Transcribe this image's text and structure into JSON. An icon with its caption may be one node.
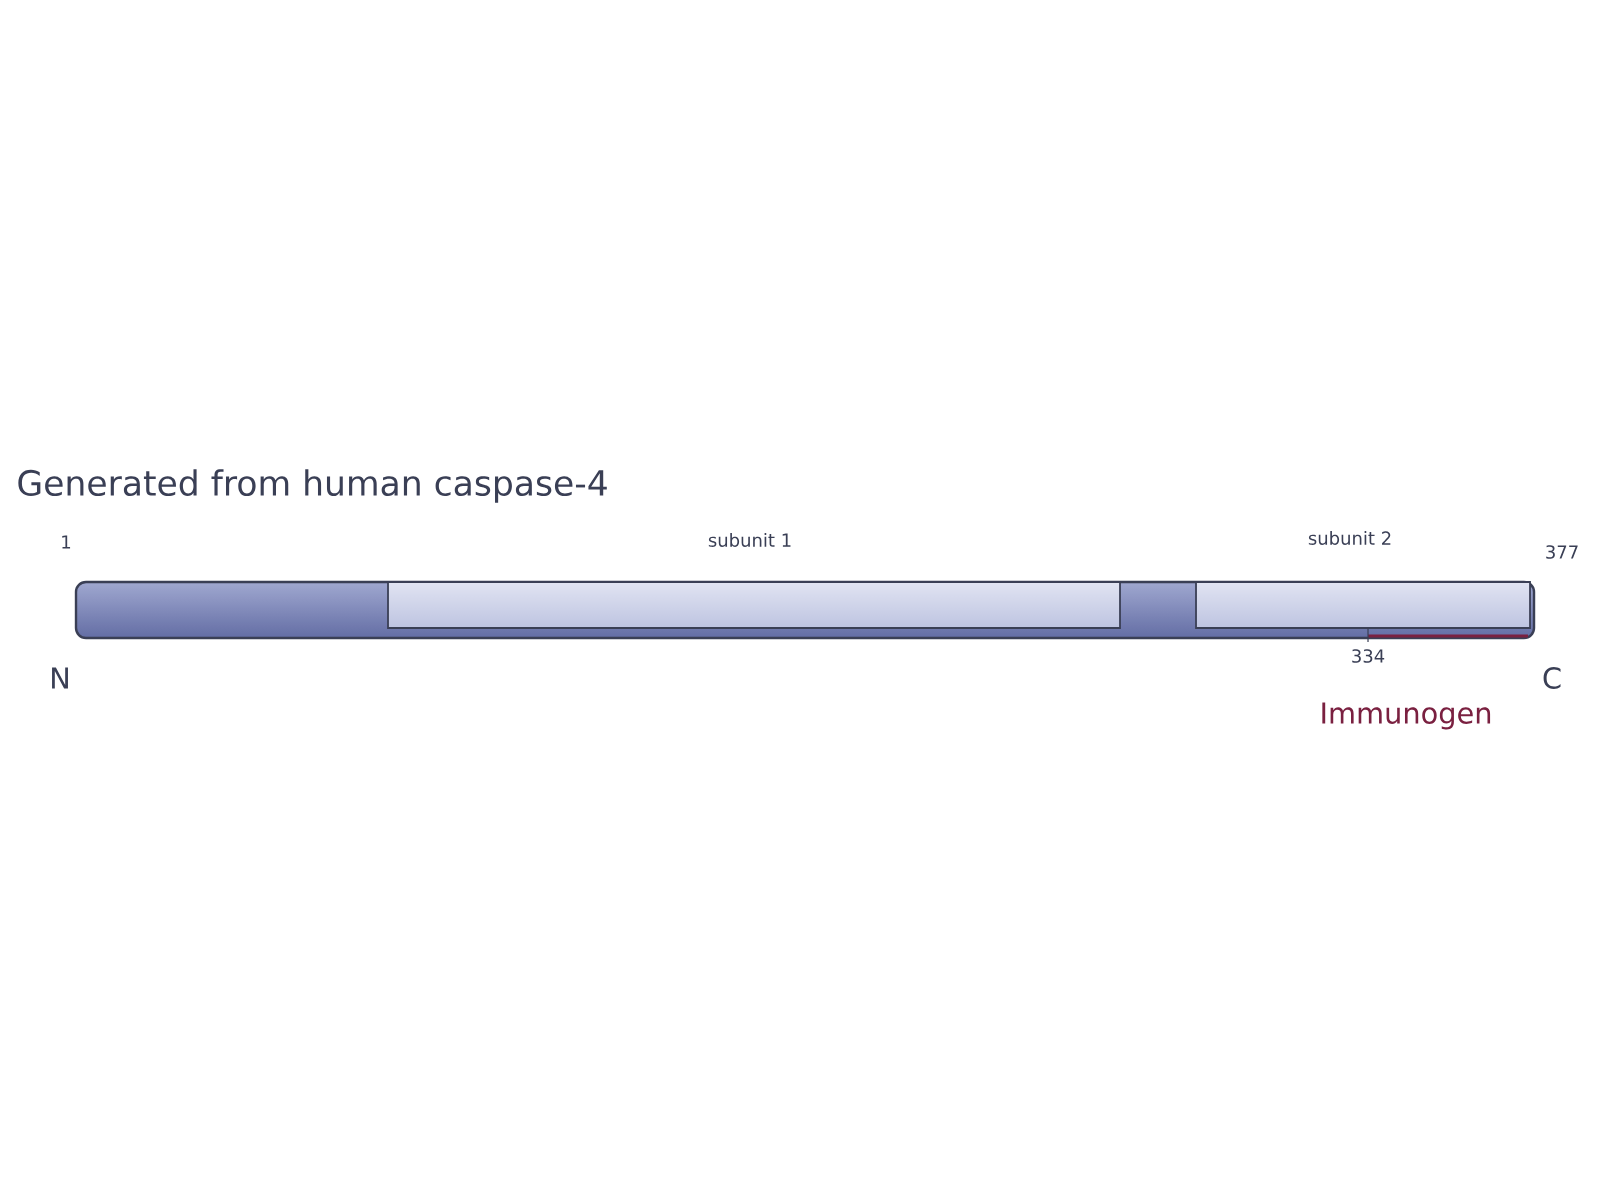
{
  "diagram": {
    "title": "Generated from human caspase-4",
    "nodes": [
      {
        "text": [],
        "shape": "bar"
      },
      {
        "text": [
          "subunit 1"
        ],
        "in": 0
      },
      {
        "text": [
          "subunit 2"
        ],
        "in": 0
      }
    ],
    "edges": [],
    "labels": [
      "1",
      "377",
      "N",
      "334",
      "C",
      "Immunogen"
    ]
  }
}
